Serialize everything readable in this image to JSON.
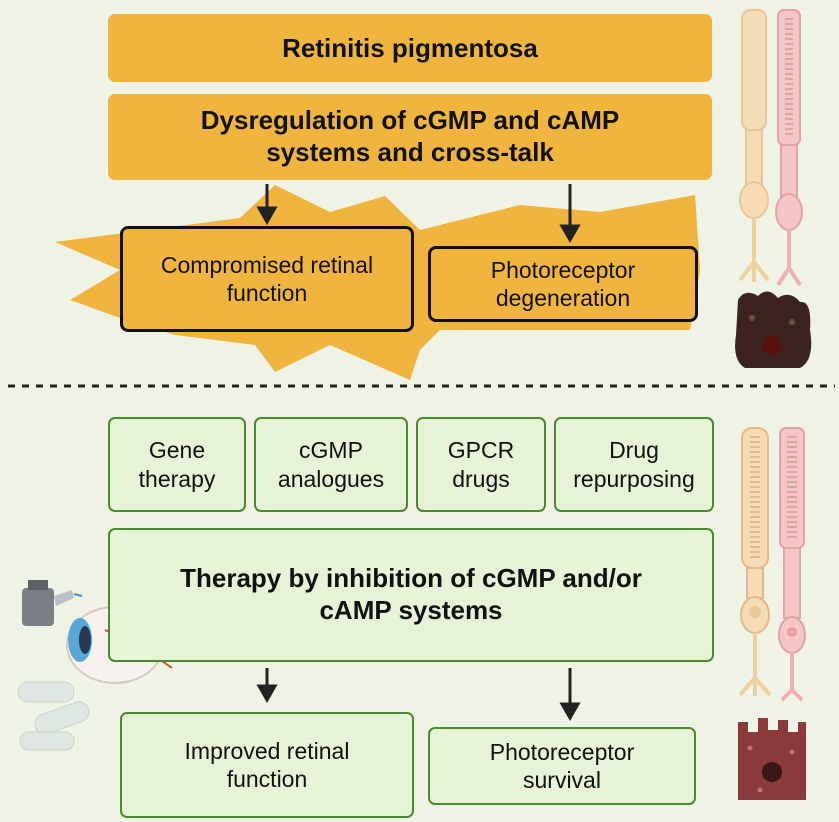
{
  "top": {
    "title": "Retinitis pigmentosa",
    "subtitle": "Dysregulation of cGMP and cAMP\nsystems and cross-talk",
    "outcome_left": "Compromised retinal\nfunction",
    "outcome_right": "Photoreceptor\ndegeneration"
  },
  "bottom": {
    "therapies": [
      "Gene\ntherapy",
      "cGMP\nanalogues",
      "GPCR\ndrugs",
      "Drug\nrepurposing"
    ],
    "main": "Therapy by inhibition of cGMP and/or\ncAMP systems",
    "outcome_left": "Improved retinal\nfunction",
    "outcome_right": "Photoreceptor\nsurvival"
  },
  "colors": {
    "orange_fill": "#efb53f",
    "green_fill": "#e7f3d6",
    "green_border": "#4a8a2e",
    "background": "#eef3e6"
  },
  "icons": [
    "eye-drop-bottle-icon",
    "eye-icon",
    "pill-capsules-icon",
    "rod-cone-healthy-icon",
    "rod-cone-degenerated-icon",
    "rpe-cell-icon"
  ]
}
